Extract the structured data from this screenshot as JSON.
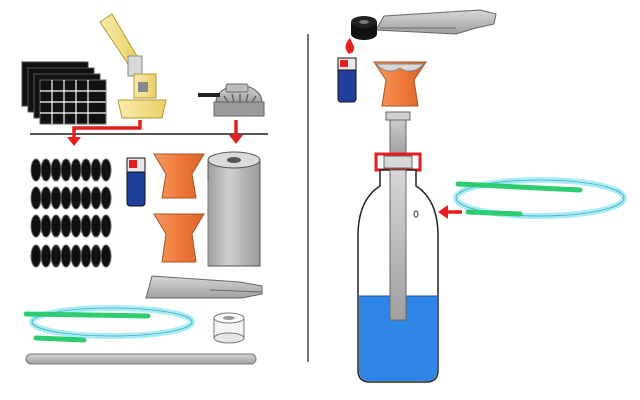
{
  "diagram": {
    "labels": {}
  },
  "colors": {
    "background": "#ffffff",
    "black": "#111111",
    "divider": "#666666",
    "arrow_red": "#e61e1e",
    "tube_green": "#2ecc71",
    "hose_cyan": "#a8ecf5",
    "bowl_orange": "#f08040",
    "water_blue": "#2f86e6",
    "steel_gray": "#b4b4b4",
    "lighter_blue": "#1f3f9a",
    "torch_yellow": "#f2e28c"
  },
  "parts": {
    "left_panel": [
      "charcoal-screens",
      "butane-torch",
      "heat-diffuser",
      "charcoal-stack",
      "lighter",
      "clay-bowl",
      "paper-towel-roll",
      "tongs",
      "hose",
      "tape-roll",
      "downstem-rod"
    ],
    "right_panel": [
      "tongs",
      "charcoal-piece",
      "flame",
      "lighter",
      "bowl",
      "grommet",
      "downstem",
      "bottle",
      "water",
      "hose",
      "arrow"
    ]
  }
}
